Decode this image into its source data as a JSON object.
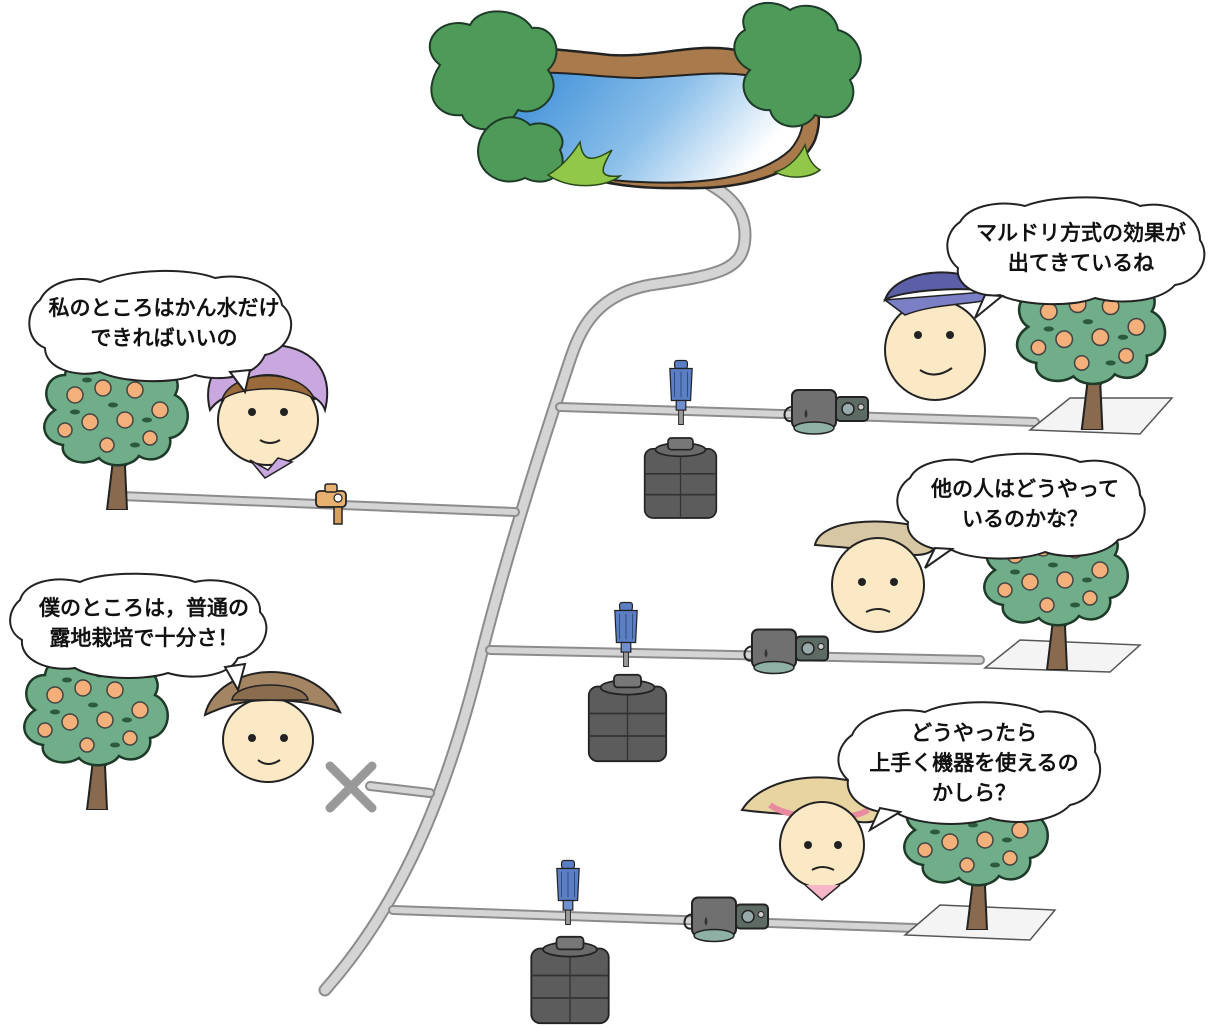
{
  "speech": {
    "woman_left": [
      "私のところはかん水だけ",
      "できればいいの"
    ],
    "man_left": [
      "僕のところは，普通の",
      "露地栽培で十分さ！"
    ],
    "man_cap": [
      "マルドリ方式の効果が",
      "出てきているね"
    ],
    "man_worried": [
      "他の人はどうやって",
      "いるのかな？"
    ],
    "woman_hat": [
      "どうやったら",
      "上手く機器を使えるの",
      "かしら？"
    ]
  },
  "colors": {
    "pipe": "#cdcdcd",
    "pipe_edge": "#8c8c8c",
    "foliage": "#6fae88",
    "foliage_edge": "#1e3a28",
    "fruit": "#f3b07a",
    "trunk": "#8a6a4e",
    "pond_water": "#3f8fd4",
    "pond_bank": "#a87a4c",
    "pond_trees": "#4e9a58",
    "grass": "#92c84a",
    "tank": "#5c5c5c",
    "injector": "#5b7fc4",
    "skin": "#fbe9c6",
    "outline": "#222222"
  },
  "icons": {
    "pond": "pond-icon",
    "tree": "citrus-tree-icon",
    "tank": "liquid-fertilizer-tank-icon",
    "injector": "fertilizer-injector-icon",
    "controller": "irrigation-controller-icon",
    "valve": "faucet-valve-icon",
    "cross": "blocked-line-x-icon",
    "mulch": "mulch-sheet-icon"
  }
}
